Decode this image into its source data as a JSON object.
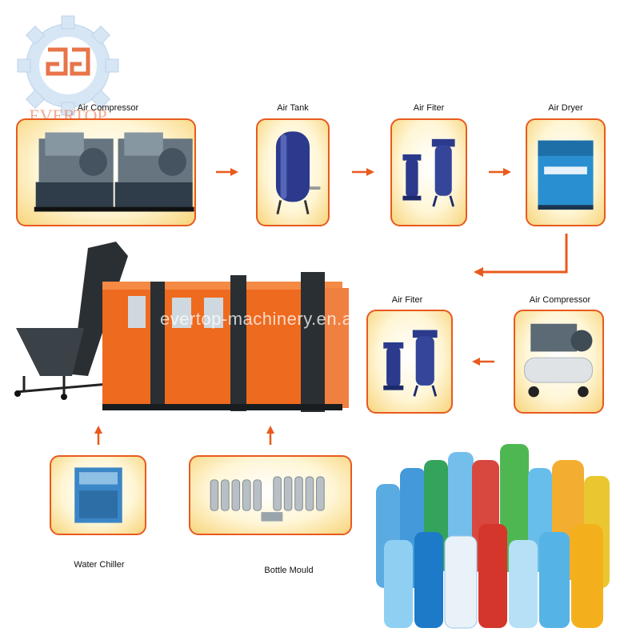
{
  "logo": {
    "text": "EVERTOP"
  },
  "watermark": "evertop-machinery.en.alibaba.com",
  "stages": {
    "air_compressor_top": "Air Compressor",
    "air_tank": "Air Tank",
    "air_filter_top": "Air Fiter",
    "air_dryer": "Air Dryer",
    "air_filter_mid": "Air Fiter",
    "air_compressor_mid": "Air Compressor",
    "water_chiller": "Water Chiller",
    "bottle_mould": "Bottle Mould"
  },
  "colors": {
    "accent": "#e85a1e",
    "machine_orange": "#ee6a1e",
    "tank_blue": "#2b3a8c",
    "dryer_blue": "#2a8fd0"
  }
}
